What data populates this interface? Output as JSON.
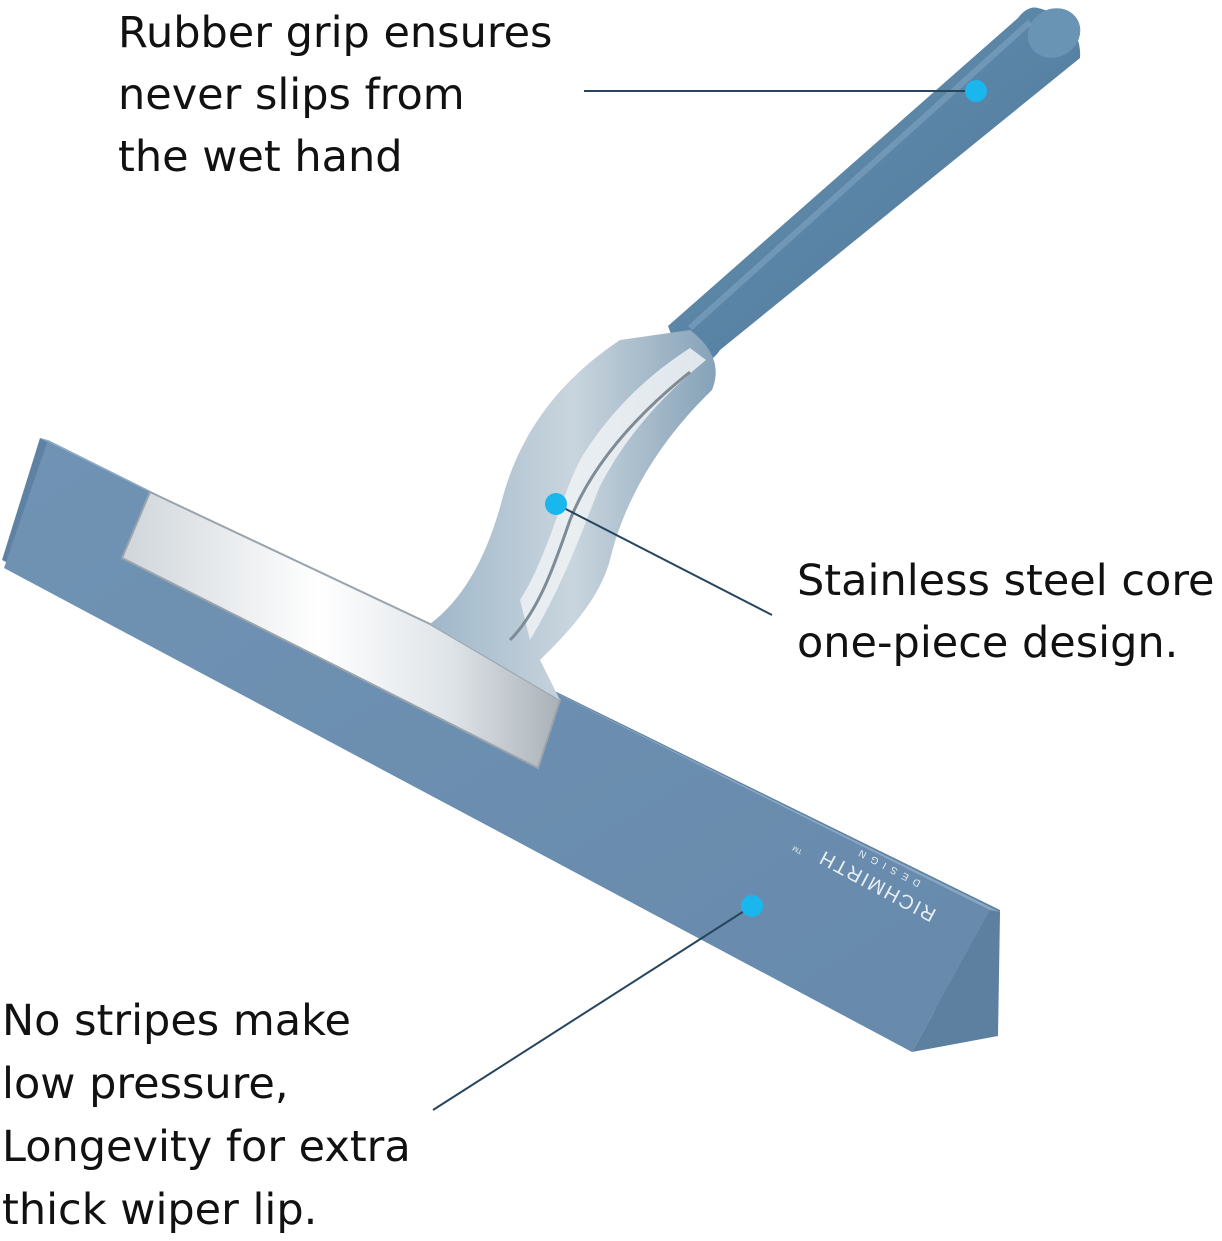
{
  "callouts": {
    "grip": {
      "lines": [
        "Rubber grip ensures",
        "never slips from",
        "the wet hand"
      ]
    },
    "core": {
      "lines": [
        "Stainless steel core",
        "one-piece design."
      ]
    },
    "lip": {
      "lines": [
        "No stripes make",
        "low pressure,",
        "Longevity for extra",
        "thick wiper lip."
      ]
    }
  },
  "brand": {
    "name": "RICHMIRTH",
    "trademark": "TM",
    "sub": "DESIGN"
  },
  "colors": {
    "handle_blue": "#5a84a5",
    "blade_blue": "#6d8db0",
    "steel": "#e8ecef",
    "leader_line": "#27455e",
    "marker_dot": "#1ab6ee",
    "text": "#111111"
  }
}
